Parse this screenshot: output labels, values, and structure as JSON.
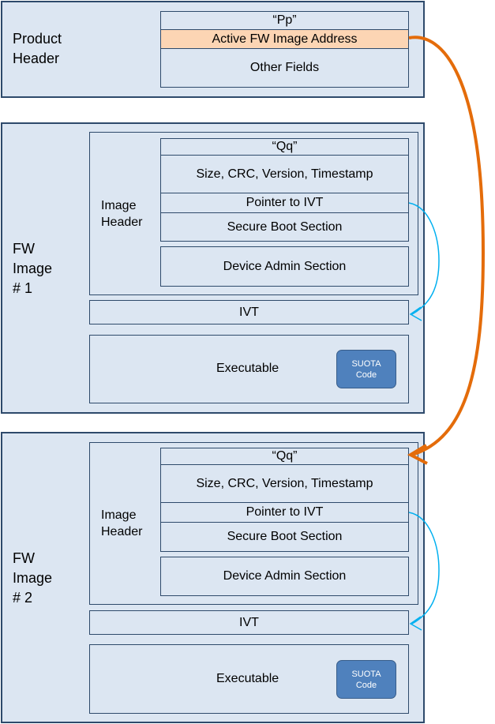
{
  "product_header": {
    "label": "Product\nHeader",
    "fields": [
      "“Pp”",
      "Active FW Image Address",
      "Other Fields"
    ]
  },
  "fw_images": [
    {
      "label": "FW\nImage\n# 1",
      "image_header_label": "Image\nHeader",
      "fields": [
        "“Qq”",
        "Size, CRC, Version, Timestamp",
        "Pointer to IVT",
        "Secure Boot Section",
        "Device Admin Section"
      ],
      "ivt": "IVT",
      "executable": "Executable",
      "suota": "SUOTA\nCode"
    },
    {
      "label": "FW\nImage\n# 2",
      "image_header_label": "Image\nHeader",
      "fields": [
        "“Qq”",
        "Size, CRC, Version, Timestamp",
        "Pointer to IVT",
        "Secure Boot Section",
        "Device Admin Section"
      ],
      "ivt": "IVT",
      "executable": "Executable",
      "suota": "SUOTA\nCode"
    }
  ],
  "colors": {
    "box_fill": "#dce6f2",
    "border": "#2e4a6b",
    "highlight": "#fcd5b4",
    "suota_fill": "#4f81bd",
    "active_arrow": "#e46c0a",
    "ivt_arrow": "#00b0f0"
  }
}
